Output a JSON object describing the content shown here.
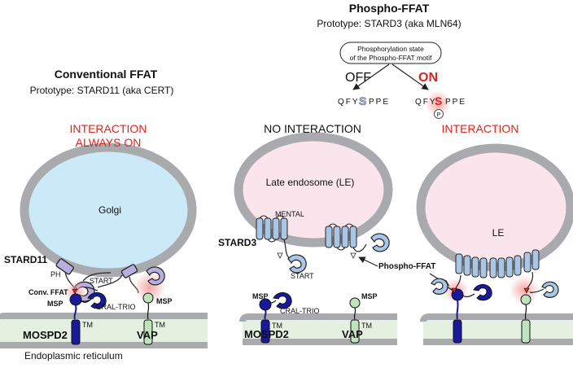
{
  "conventional": {
    "title": "Conventional FFAT",
    "prototype": "Prototype: STARD11 (aka CERT)",
    "state_line1": "INTERACTION",
    "state_line2": "ALWAYS ON",
    "organelle": "Golgi",
    "protein": "STARD11",
    "ph": "PH",
    "start": "START",
    "conv_ffat": "Conv. FFAT",
    "msp_left": "MSP",
    "cral": "CRAL-TRIO",
    "msp_right": "MSP",
    "tm": "TM",
    "mospd2": "MOSPD2",
    "vap": "VAP",
    "er": "Endoplasmic reticulum"
  },
  "phospho": {
    "title": "Phospho-FFAT",
    "prototype": "Prototype: STARD3 (aka MLN64)",
    "box_line1": "Phosphorylation state",
    "box_line2": "of the Phospho-FFAT motif",
    "off": "OFF",
    "on": "ON",
    "seq_prefix": "QFY",
    "seq_residue": "S",
    "seq_suffix": "PPE",
    "p_mark": "P",
    "no_interaction": "NO INTERACTION",
    "interaction": "INTERACTION",
    "le_full": "Late endosome (LE)",
    "le_short": "LE",
    "mental": "MENTAL",
    "stard3": "STARD3",
    "start": "START",
    "pffat_label": "Phospho-FFAT",
    "msp_left": "MSP",
    "cral": "CRAL-TRIO",
    "msp_right": "MSP",
    "tm": "TM",
    "mospd2": "MOSPD2",
    "vap": "VAP"
  },
  "colors": {
    "membrane": "#a9aaad",
    "er_lumen": "#e4f1e1",
    "golgi_fill": "#cce9f8",
    "le_fill": "#fbe5ec",
    "mospd2": "#18199b",
    "vap": "#bfe3bc",
    "stard_purple": "#b9aee0",
    "stard3_blue": "#a9c6e6",
    "accent_red": "#e0231c"
  }
}
